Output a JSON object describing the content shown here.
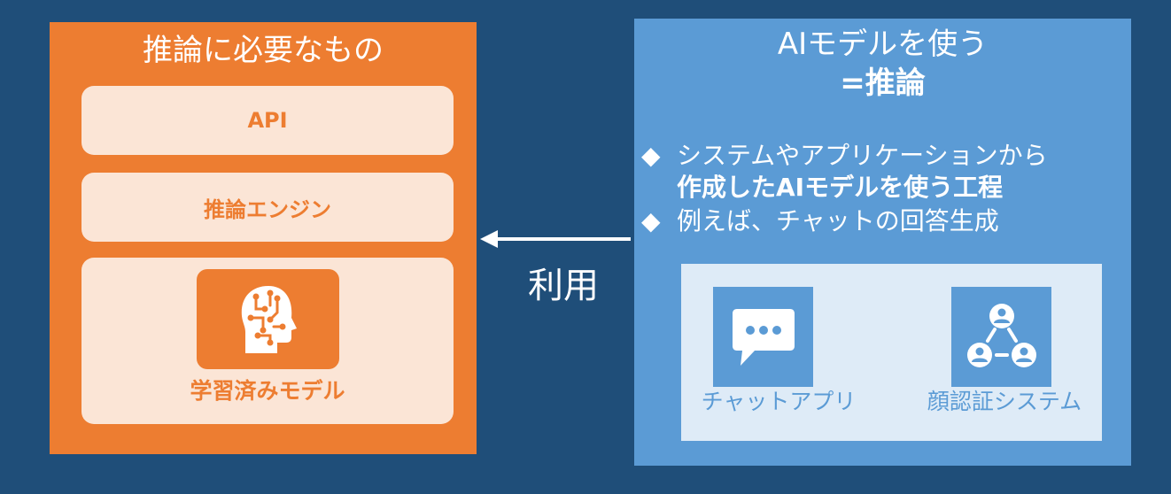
{
  "left_panel": {
    "title": "推論に必要なもの",
    "items": [
      {
        "label": "API"
      },
      {
        "label": "推論エンジン"
      },
      {
        "label": "学習済みモデル",
        "icon": "brain-circuit-icon"
      }
    ]
  },
  "connector": {
    "label": "利用",
    "icon": "arrow-left-icon"
  },
  "right_panel": {
    "title": "AIモデルを使う",
    "subtitle": "=推論",
    "bullet_mark": "◆",
    "bullets": [
      {
        "text": "システムやアプリケーションから",
        "bold_continuation": "作成したAIモデルを使う工程"
      },
      {
        "text": "例えば、チャットの回答生成"
      }
    ],
    "examples": [
      {
        "label": "チャットアプリ",
        "icon": "chat-bubble-icon"
      },
      {
        "label": "顔認証システム",
        "icon": "user-network-icon"
      }
    ]
  },
  "colors": {
    "background": "#1f4e79",
    "orange": "#ed7d31",
    "light_orange": "#fbe5d6",
    "blue": "#5b9bd5",
    "light_blue": "#deebf7",
    "white": "#ffffff"
  }
}
